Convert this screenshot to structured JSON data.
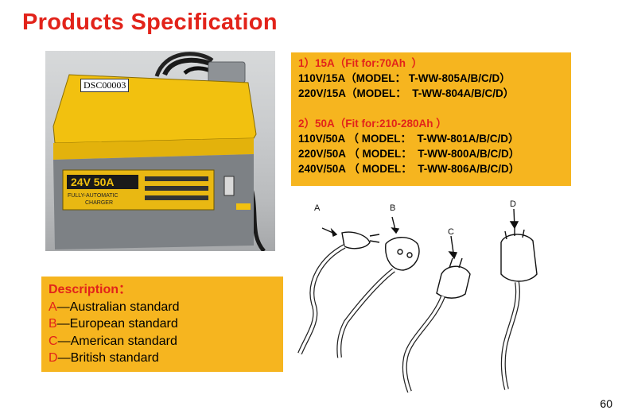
{
  "title": "Products Specification",
  "photo": {
    "label": "DSC00003",
    "charger_rating": "24V 50A",
    "charger_caption_1": "FULLY-AUTOMATIC",
    "charger_caption_2": "CHARGER"
  },
  "spec": {
    "group1_header": "1）15A（Fit for:70Ah  ）",
    "group1_lines": [
      "110V/15A（MODEL： T-WW-805A/B/C/D）",
      "220V/15A（MODEL：  T-WW-804A/B/C/D）"
    ],
    "group2_header": "2）50A（Fit for:210-280Ah ）",
    "group2_lines": [
      "110V/50A （ MODEL：  T-WW-801A/B/C/D）",
      "220V/50A （ MODEL：  T-WW-800A/B/C/D）",
      "240V/50A （ MODEL：  T-WW-806A/B/C/D）"
    ]
  },
  "description": {
    "title": "Description：",
    "items": [
      {
        "letter": "A",
        "text": "—Australian standard"
      },
      {
        "letter": "B",
        "text": "—European standard"
      },
      {
        "letter": "C",
        "text": "—American standard"
      },
      {
        "letter": "D",
        "text": "—British standard"
      }
    ]
  },
  "plug_labels": [
    "A",
    "B",
    "C",
    "D"
  ],
  "page_number": "60",
  "colors": {
    "title_red": "#e2231a",
    "box_yellow": "#f6b51f",
    "charger_yellow": "#f2c10f"
  }
}
